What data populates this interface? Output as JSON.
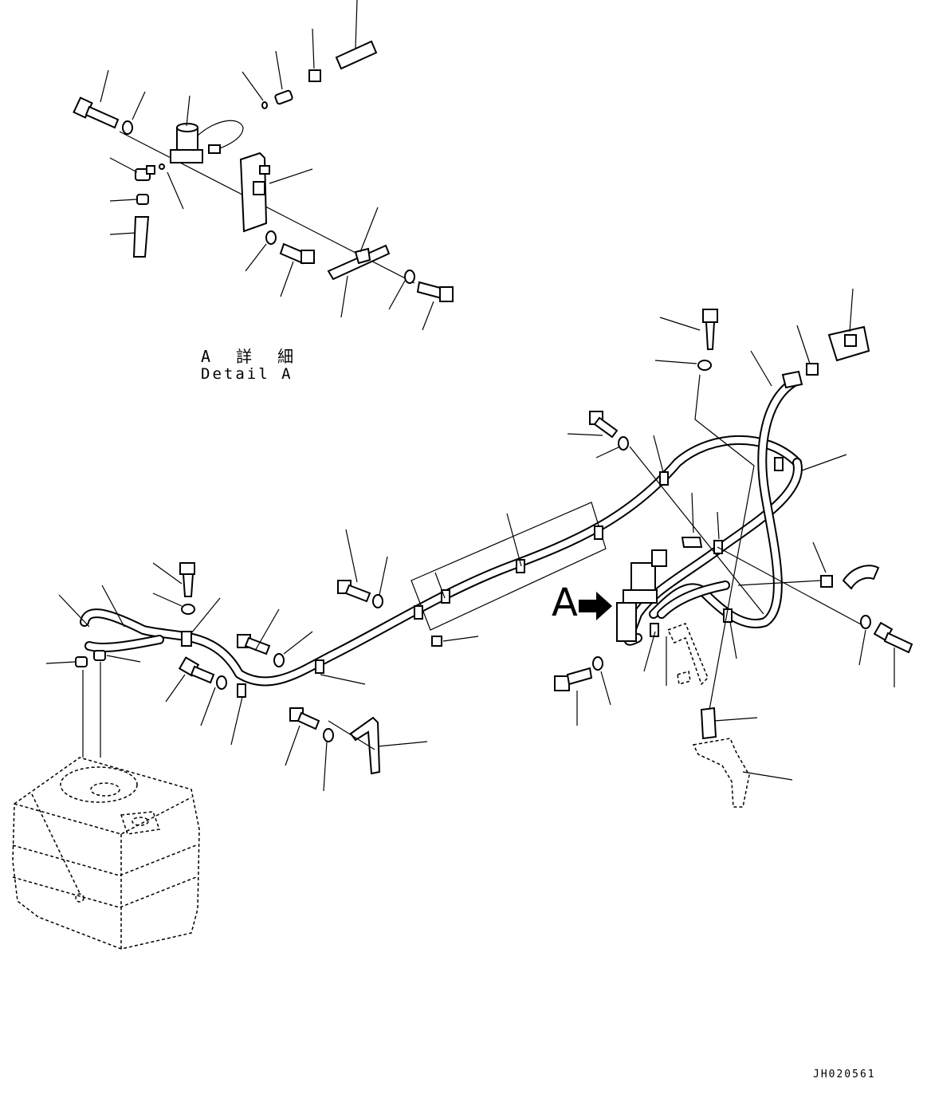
{
  "detail_label": {
    "japanese": "A 詳 細",
    "english": "Detail A"
  },
  "view_marker": {
    "letter": "A",
    "arrow_icon": "right-arrow-icon"
  },
  "drawing_number": "JH020561"
}
